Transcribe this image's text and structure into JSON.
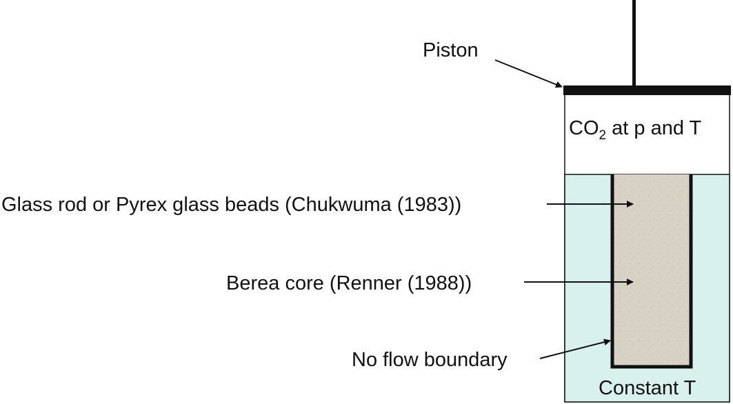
{
  "labels": {
    "piston": "Piston",
    "co2_prefix": "CO",
    "co2_subscript": "2",
    "co2_suffix": " at p and T",
    "glass": "Glass rod or Pyrex glass beads (Chukwuma (1983))",
    "berea": "Berea core (Renner (1988))",
    "boundary": "No flow boundary",
    "constant_t": "Constant T"
  },
  "colors": {
    "liquid": "#d9f1ec",
    "core": "#d8d2c4",
    "outline": "#111111",
    "piston": "#111111",
    "background": "#ffffff"
  }
}
